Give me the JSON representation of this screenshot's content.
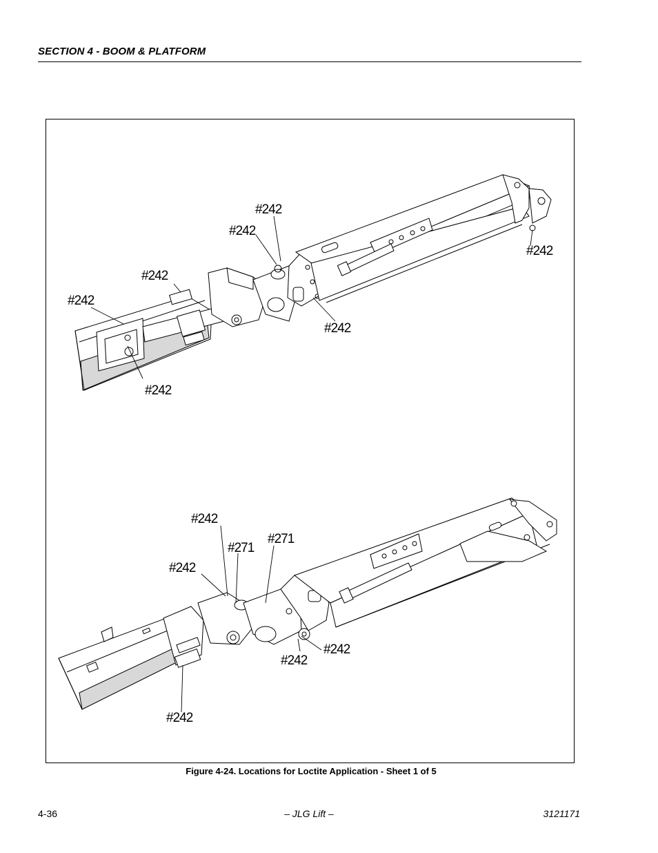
{
  "header": {
    "section_title": "SECTION 4 - BOOM & PLATFORM"
  },
  "figure": {
    "caption": "Figure 4-24.  Locations for Loctite Application - Sheet 1 of 5",
    "upper_view": {
      "callouts": [
        "#242",
        "#242",
        "#242",
        "#242",
        "#242",
        "#242",
        "#242"
      ]
    },
    "lower_view": {
      "callouts": [
        "#242",
        "#271",
        "#271",
        "#242",
        "#242",
        "#242",
        "#242"
      ]
    }
  },
  "footer": {
    "page_number": "4-36",
    "center_text": "– JLG Lift –",
    "doc_number": "3121171"
  }
}
